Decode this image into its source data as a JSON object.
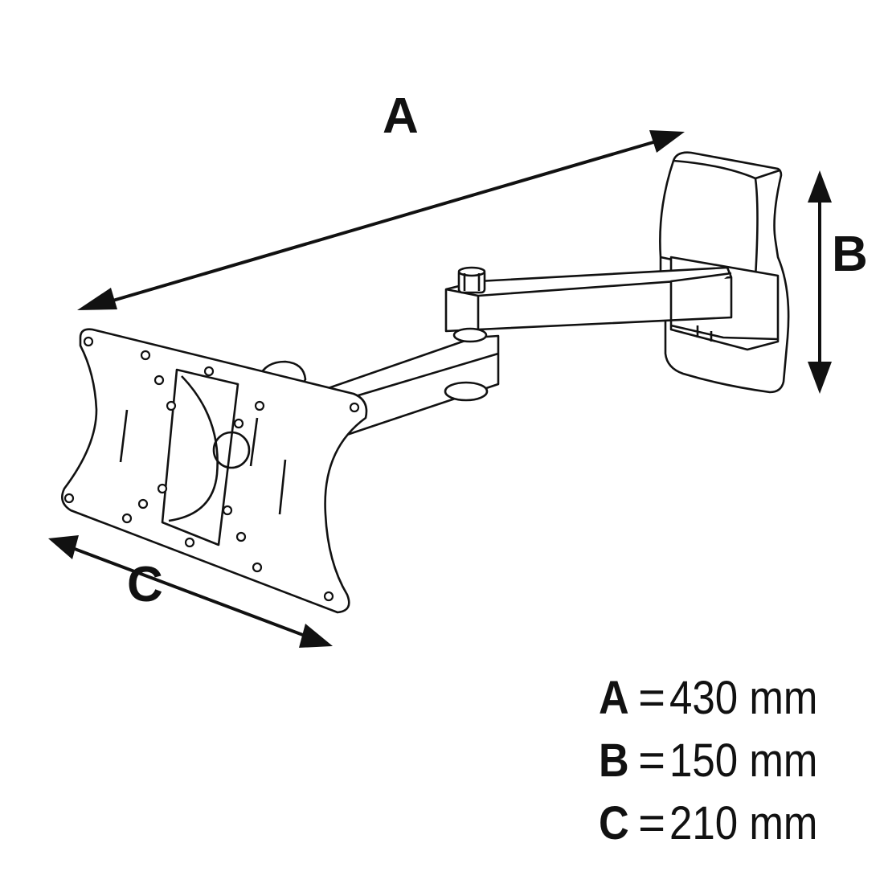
{
  "labels": {
    "a": "A",
    "b": "B",
    "c": "C"
  },
  "legend": [
    {
      "key": "A",
      "eq": "=",
      "value": "430 mm"
    },
    {
      "key": "B",
      "eq": "=",
      "value": "150 mm"
    },
    {
      "key": "C",
      "eq": "=",
      "value": "210 mm"
    }
  ],
  "colors": {
    "ink": "#111111",
    "background": "#ffffff"
  }
}
